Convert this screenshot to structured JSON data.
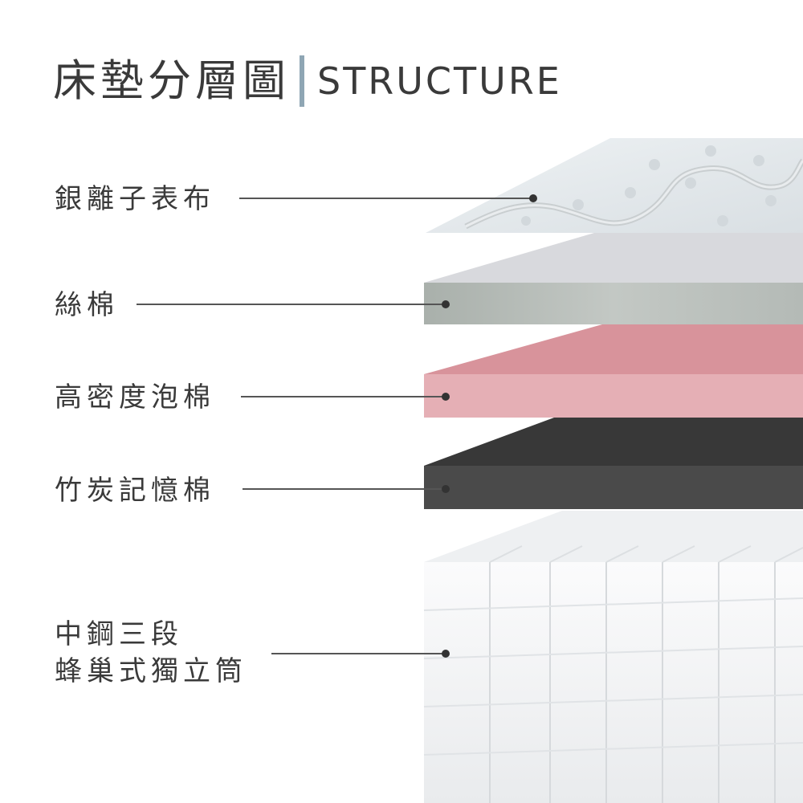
{
  "header": {
    "title_zh": "床墊分層圖",
    "title_en": "STRUCTURE"
  },
  "layers": [
    {
      "label": "銀離子表布",
      "color": "#dfe4e7"
    },
    {
      "label": "絲棉",
      "color": "#b7bcb8"
    },
    {
      "label": "高密度泡棉",
      "color": "#e4afb5"
    },
    {
      "label": "竹炭記憶棉",
      "color": "#4a4a4a"
    },
    {
      "label_line1": "中鋼三段",
      "label_line2": "蜂巢式獨立筒",
      "color": "#f2f3f4"
    }
  ],
  "accent_color": "#8fa6b4"
}
